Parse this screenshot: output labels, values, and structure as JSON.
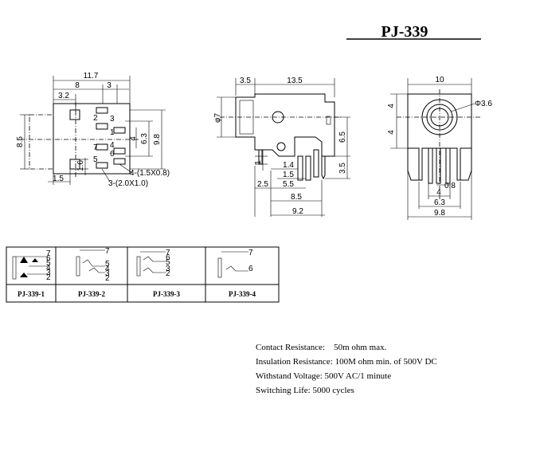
{
  "title": "PJ-339",
  "front_view": {
    "dims": {
      "overall_width": "11.7",
      "pin_span_left": "8",
      "pin_span_right": "3",
      "left_offset": "3.2",
      "height": "8.5",
      "pad_span_a": "6.3",
      "pad_span_b": "9.8",
      "pad_small": "4",
      "bottom_left": "1.5",
      "bottom_pad": "1.6",
      "pad_note_a": "4-(1.5X0.8)",
      "pad_note_b": "3-(2.0X1.0)"
    },
    "pins": [
      "2",
      "3",
      "1",
      "7",
      "4",
      "5",
      "6"
    ]
  },
  "side_view": {
    "dims": {
      "front": "3.5",
      "body": "13.5",
      "diameter": "φ7",
      "right_height": "6.5",
      "right_lower": "3.5",
      "pin_height": "1",
      "d1_4": "1.4",
      "d1_5": "1.5",
      "d2_5": "2.5",
      "d5_5": "5.5",
      "d8_5": "8.5",
      "d9_2": "9.2"
    }
  },
  "end_view": {
    "dims": {
      "width": "10",
      "diameter": "Φ3.6",
      "upper": "4",
      "lower": "4",
      "d0_8": "0.8",
      "d4": "4",
      "d6_3": "6.3",
      "d9_8": "9.8"
    }
  },
  "schematics": [
    {
      "label": "PJ-339-1",
      "pins": [
        "7",
        "6",
        "5",
        "4",
        "3",
        "2"
      ]
    },
    {
      "label": "PJ-339-2",
      "pins": [
        "7",
        "5",
        "4",
        "3",
        "2"
      ]
    },
    {
      "label": "PJ-339-3",
      "pins": [
        "7",
        "6",
        "5",
        "3",
        "2"
      ]
    },
    {
      "label": "PJ-339-4",
      "pins": [
        "7",
        "6"
      ]
    }
  ],
  "specs": [
    {
      "label": "Contact Resistance:",
      "value": "50m ohm max."
    },
    {
      "label": "Insulation Resistance:",
      "value": "100M ohm min. of 500V DC"
    },
    {
      "label": "Withstand Voltage:",
      "value": "500V AC/1 minute"
    },
    {
      "label": "Switching Life:",
      "value": "5000 cycles"
    }
  ]
}
